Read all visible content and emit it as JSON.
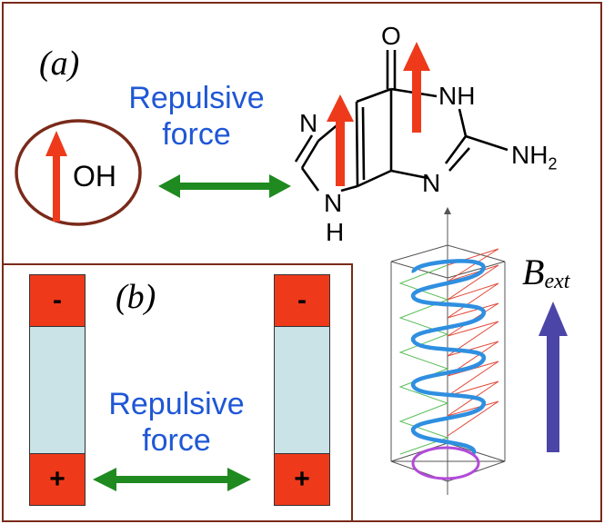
{
  "panel_a": {
    "label": "(a)",
    "force_line1": "Repulsive",
    "force_line2": "force",
    "oh_label": "OH",
    "atoms": {
      "o_top": "O",
      "nh_right": "NH",
      "n_left": "N",
      "n_mid": "N",
      "nh_bottom_n": "N",
      "nh_bottom_h": "H",
      "nh2": "NH",
      "nh2_sub": "2"
    }
  },
  "panel_b": {
    "label": "(b)",
    "force_line1": "Repulsive",
    "force_line2": "force",
    "left_magnet": {
      "top_pole": "-",
      "bottom_pole": "+"
    },
    "right_magnet": {
      "top_pole": "-",
      "bottom_pole": "+"
    }
  },
  "field": {
    "label_main": "B",
    "label_sub": "ext"
  },
  "colors": {
    "frame": "#7a2a1a",
    "spin_arrow": "#ee3a1b",
    "force_arrow": "#1f8a1f",
    "force_text": "#1f57d6",
    "field_arrow": "#4b45a8",
    "helix": "#2f8fe0",
    "magnet_pole": "#ee3a1b",
    "magnet_body": "#c9e3e7"
  }
}
